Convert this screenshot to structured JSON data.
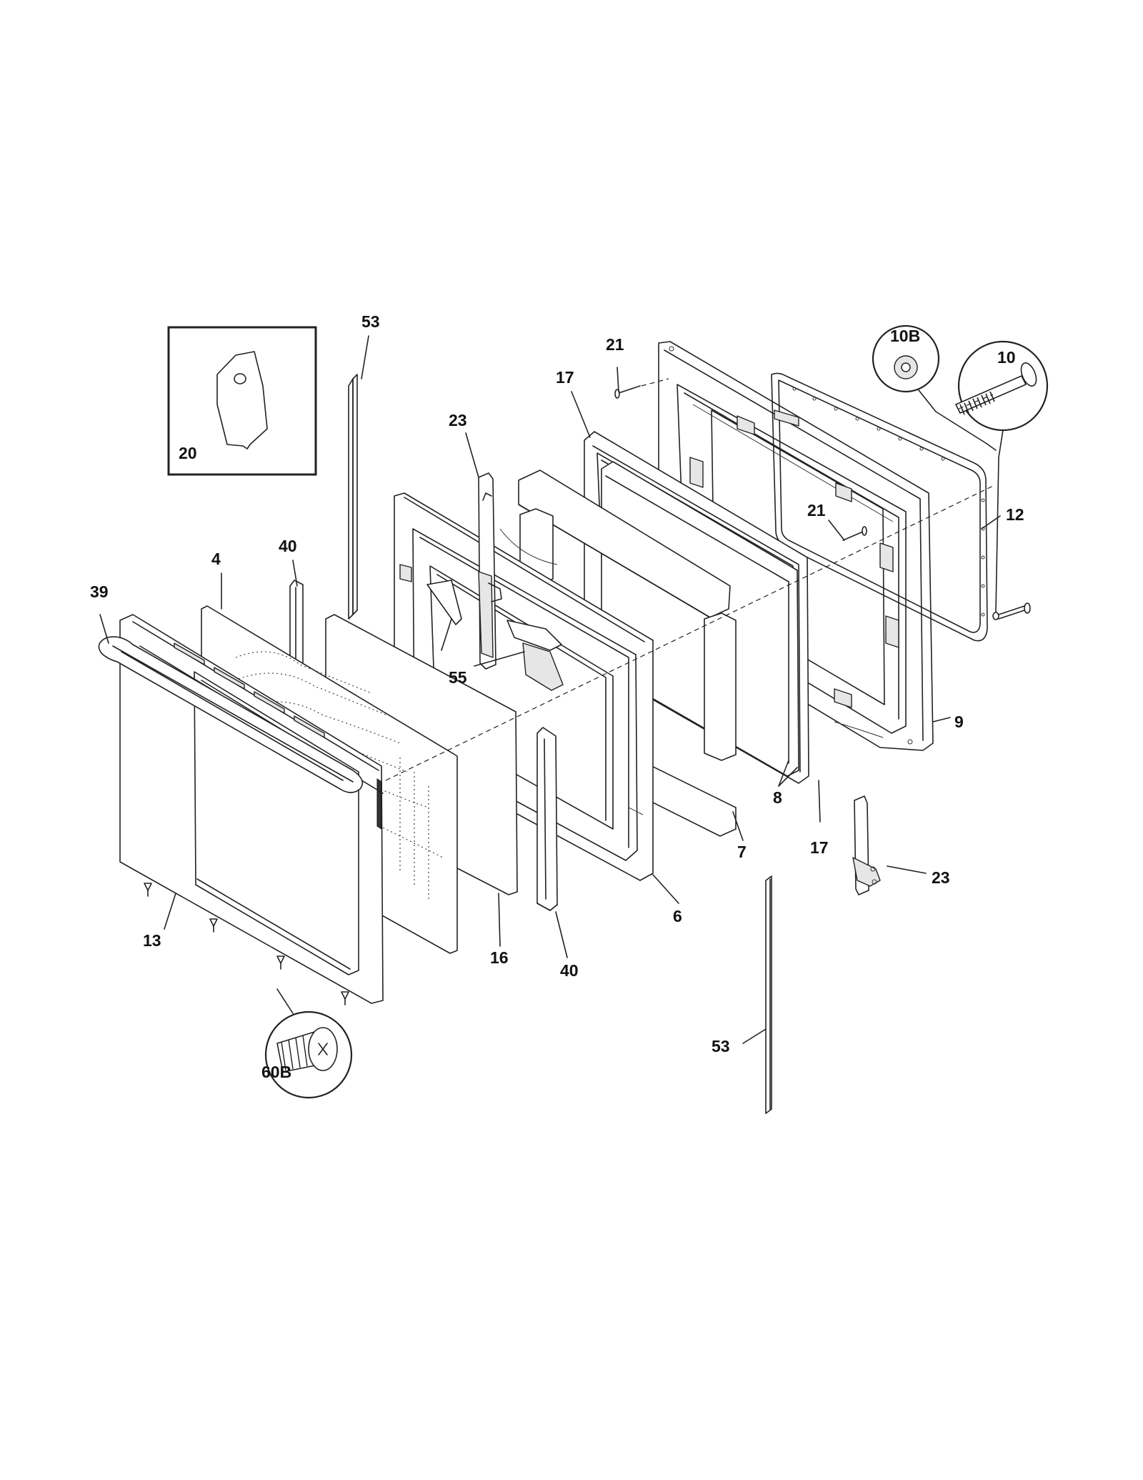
{
  "diagram": {
    "callouts": [
      {
        "id": "l53a",
        "text": "53"
      },
      {
        "id": "l20",
        "text": "20"
      },
      {
        "id": "l21a",
        "text": "21"
      },
      {
        "id": "l17a",
        "text": "17"
      },
      {
        "id": "l10b",
        "text": "10B"
      },
      {
        "id": "l10",
        "text": "10"
      },
      {
        "id": "l23a",
        "text": "23"
      },
      {
        "id": "l21b",
        "text": "21"
      },
      {
        "id": "l12",
        "text": "12"
      },
      {
        "id": "l40a",
        "text": "40"
      },
      {
        "id": "l4",
        "text": "4"
      },
      {
        "id": "l39",
        "text": "39"
      },
      {
        "id": "l55",
        "text": "55"
      },
      {
        "id": "l9",
        "text": "9"
      },
      {
        "id": "l8",
        "text": "8"
      },
      {
        "id": "l7",
        "text": "7"
      },
      {
        "id": "l17b",
        "text": "17"
      },
      {
        "id": "l23b",
        "text": "23"
      },
      {
        "id": "l6",
        "text": "6"
      },
      {
        "id": "l13",
        "text": "13"
      },
      {
        "id": "l16",
        "text": "16"
      },
      {
        "id": "l40b",
        "text": "40"
      },
      {
        "id": "l60b",
        "text": "60B"
      },
      {
        "id": "l53b",
        "text": "53"
      }
    ]
  }
}
